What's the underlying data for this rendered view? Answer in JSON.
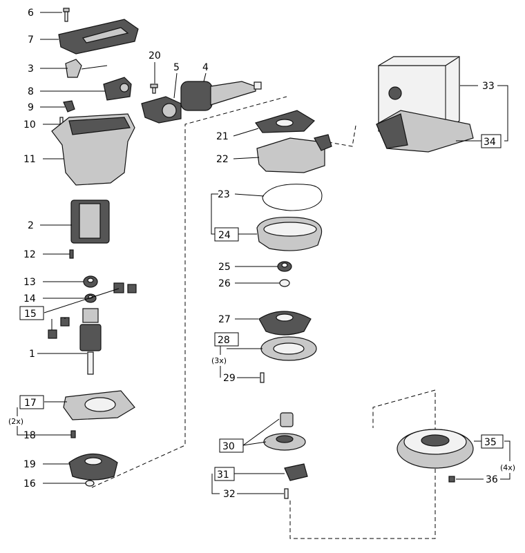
{
  "diagram": {
    "type": "exploded-parts-view",
    "part_labels": [
      "6",
      "7",
      "3",
      "8",
      "9",
      "10",
      "11",
      "2",
      "12",
      "13",
      "14",
      "15",
      "1",
      "17",
      "18",
      "19",
      "16",
      "20",
      "5",
      "4",
      "21",
      "22",
      "23",
      "24",
      "25",
      "26",
      "27",
      "28",
      "29",
      "30",
      "31",
      "32",
      "33",
      "34",
      "35",
      "36"
    ],
    "quantity_notes": {
      "q18": "(2x)",
      "q29": "(3x)",
      "q36": "(4x)"
    }
  }
}
